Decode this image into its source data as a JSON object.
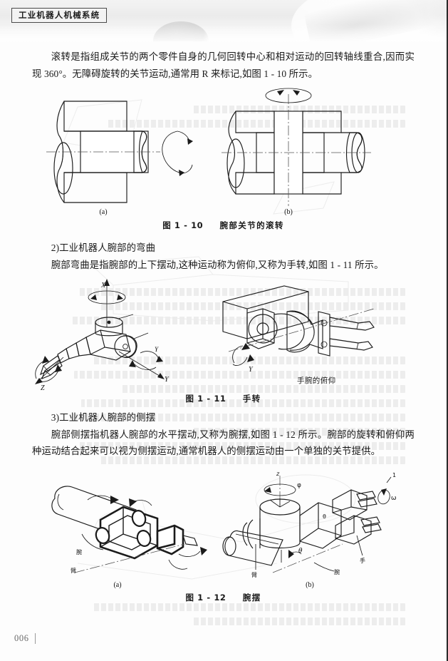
{
  "page": {
    "number": "006",
    "running_title": "工业机器人机械系统"
  },
  "content": {
    "para1": "滚转是指组成关节的两个零件自身的几何回转中心和相对运动的回转轴线重合,因而实现 360°。无障碍旋转的关节运动,通常用 R 来标记,如图 1 - 10 所示。",
    "fig110": {
      "sub_a": "(a)",
      "sub_b": "(b)",
      "caption_num": "图 1 - 10",
      "caption_text": "腕部关节的滚转"
    },
    "heading2": "2)工业机器人腕部的弯曲",
    "para2": "腕部弯曲是指腕部的上下摆动,这种运动称为俯仰,又称为手转,如图 1 - 11 所示。",
    "fig111": {
      "axis_x": "X",
      "axis_y_small": "Y",
      "axis_y": "Y",
      "axis_z": "Z",
      "axis_y_right": "Y",
      "inner_label": "手腕的俯仰",
      "caption_num": "图 1 - 11",
      "caption_text": "手转"
    },
    "heading3": "3)工业机器人腕部的侧摆",
    "para3": "腕部侧摆指机器人腕部的水平摆动,又称为腕摆,如图 1 - 12 所示。腕部的旋转和俯仰两种运动结合起来可以视为侧摆运动,通常机器人的侧摆运动由一个单独的关节提供。",
    "fig112": {
      "sub_a": "(a)",
      "sub_b": "(b)",
      "label_a_1": "腕",
      "label_a_2": "臂",
      "label_b_axis": "z",
      "label_b_phi": "φ",
      "label_b_omega": "ω",
      "label_b_theta": "θ",
      "label_b_arm": "臂",
      "label_b_wrist": "腕",
      "label_b_hand": "手",
      "label_b_one": "1",
      "caption_num": "图 1 - 12",
      "caption_text": "腕摆"
    }
  },
  "colors": {
    "ink": "#1b1b1b",
    "paper": "#fdfdfd",
    "header_band": "#eeeeee",
    "centerline": "#555555"
  }
}
